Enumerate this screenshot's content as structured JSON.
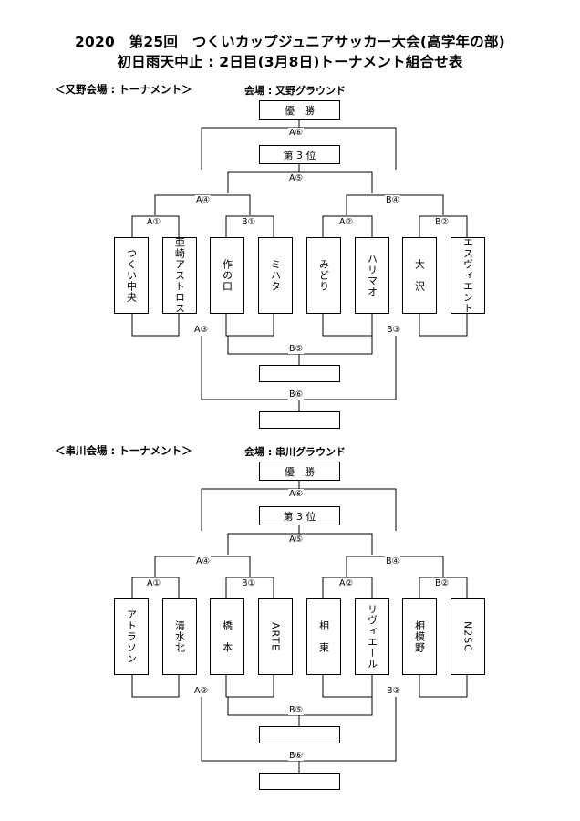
{
  "header": {
    "title_line1": "2020　第25回　つくいカップジュニアサッカー大会(高学年の部)",
    "title_line2": "初日雨天中止 : 2日目(3月8日)トーナメント組合せ表"
  },
  "sections": [
    {
      "label": "＜又野会場 : トーナメント＞",
      "venue": "会場 : 又野グラウンド",
      "champion": "優　勝",
      "third_place": "第 3 位",
      "match_labels": {
        "a1": "A①",
        "b1": "B①",
        "a2": "A②",
        "b2": "B②",
        "a4": "A④",
        "b4": "B④",
        "a5": "A⑤",
        "a6": "A⑥",
        "a3": "A③",
        "b3": "B③",
        "b5": "B⑤",
        "b6": "B⑥"
      },
      "teams": [
        "つくい中央",
        "亜崎アストロス",
        "作の口",
        "ミハタ",
        "みどり",
        "ハリマオ",
        "大　沢",
        "エスヴィエント"
      ]
    },
    {
      "label": "＜串川会場 : トーナメント＞",
      "venue": "会場 : 串川グラウンド",
      "champion": "優　勝",
      "third_place": "第 3 位",
      "match_labels": {
        "a1": "A①",
        "b1": "B①",
        "a2": "A②",
        "b2": "B②",
        "a4": "A④",
        "b4": "B④",
        "a5": "A⑤",
        "a6": "A⑥",
        "a3": "A③",
        "b3": "B③",
        "b5": "B⑤",
        "b6": "B⑥"
      },
      "teams": [
        "アトラソン",
        "清水北",
        "橋　本",
        "ARTE",
        "相　東",
        "リヴィエール",
        "相模野",
        "N2SC"
      ]
    }
  ]
}
